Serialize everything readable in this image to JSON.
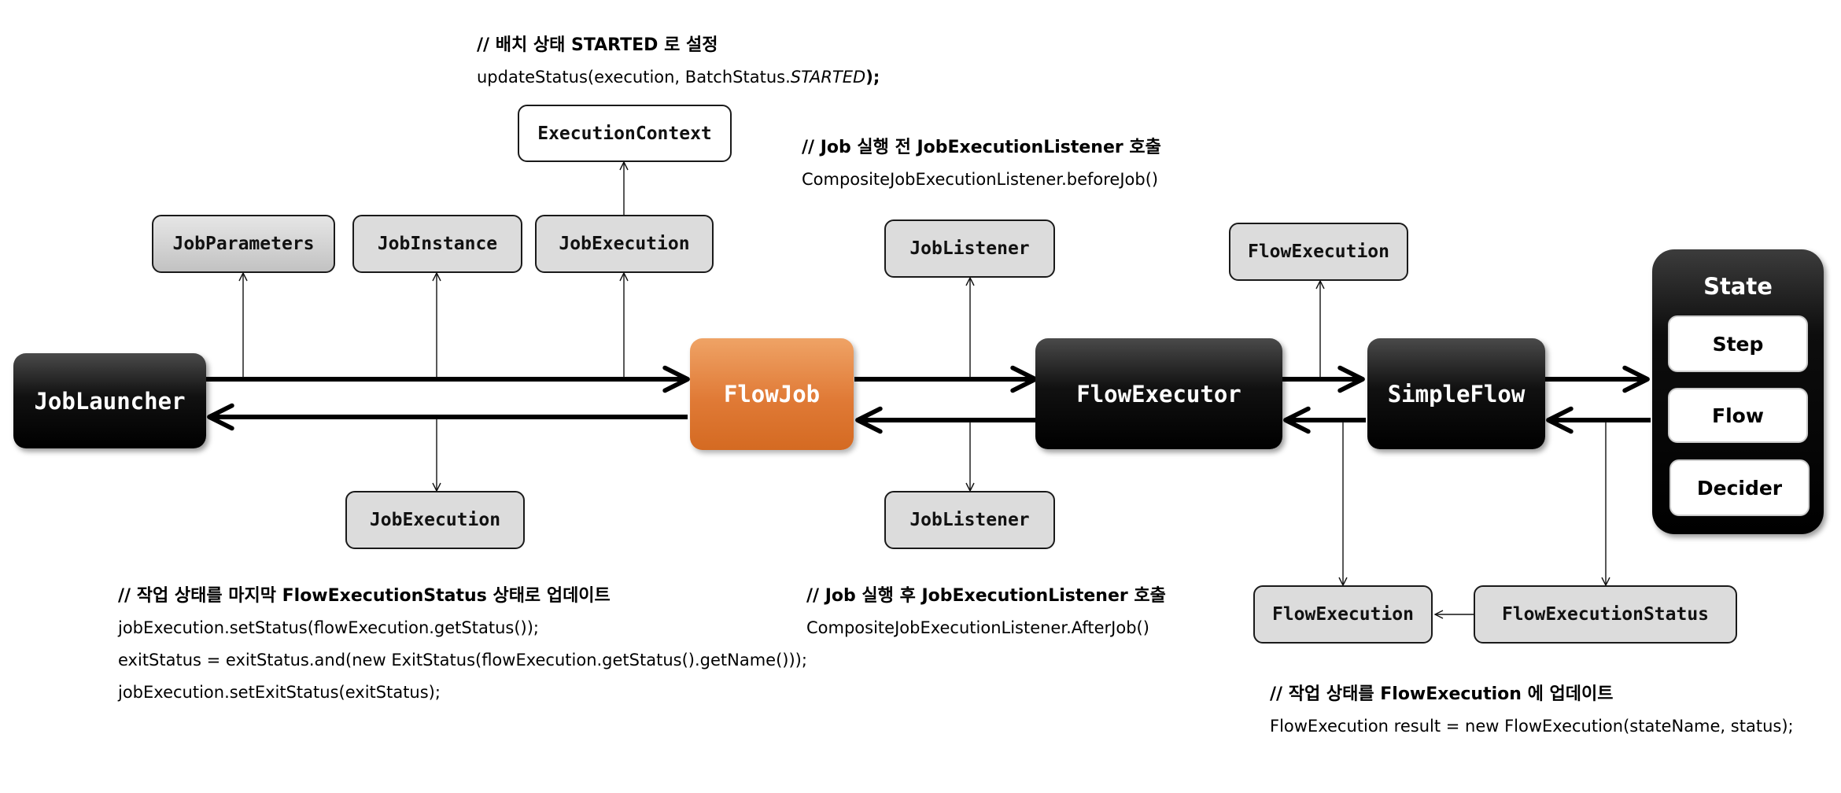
{
  "boxes": {
    "job_launcher": "JobLauncher",
    "flow_job": "FlowJob",
    "flow_executor": "FlowExecutor",
    "simple_flow": "SimpleFlow",
    "job_parameters": "JobParameters",
    "job_instance": "JobInstance",
    "job_execution_top": "JobExecution",
    "execution_context": "ExecutionContext",
    "job_execution_bottom": "JobExecution",
    "job_listener_top": "JobListener",
    "job_listener_bottom": "JobListener",
    "flow_execution_top": "FlowExecution",
    "flow_execution_bottom": "FlowExecution",
    "flow_execution_status": "FlowExecutionStatus"
  },
  "state": {
    "title": "State",
    "items": [
      "Step",
      "Flow",
      "Decider"
    ]
  },
  "notes": {
    "batch_status": {
      "title": "// 배치 상태 STARTED 로 설정",
      "code_prefix": "updateStatus(execution, BatchStatus.",
      "code_italic": "STARTED",
      "code_suffix": ");"
    },
    "before_job": {
      "title": "// Job 실행 전 JobExecutionListener 호출",
      "code": "CompositeJobExecutionListener.beforeJob()"
    },
    "final_status": {
      "title": "// 작업 상태를 마지막 FlowExecutionStatus 상태로 업데이트",
      "lines": [
        "jobExecution.setStatus(flowExecution.getStatus());",
        "exitStatus = exitStatus.and(new ExitStatus(flowExecution.getStatus().getName()));",
        "jobExecution.setExitStatus(exitStatus);"
      ]
    },
    "after_job": {
      "title": "// Job 실행 후 JobExecutionListener 호출",
      "code": "CompositeJobExecutionListener.AfterJob()"
    },
    "flow_execution_update": {
      "title": "// 작업 상태를 FlowExecution 에 업데이트",
      "code": "FlowExecution result = new FlowExecution(stateName, status);"
    }
  },
  "colors": {
    "accent_orange": "#e07a36",
    "dark_box": "#000000",
    "light_box": "#dcdcdc"
  }
}
